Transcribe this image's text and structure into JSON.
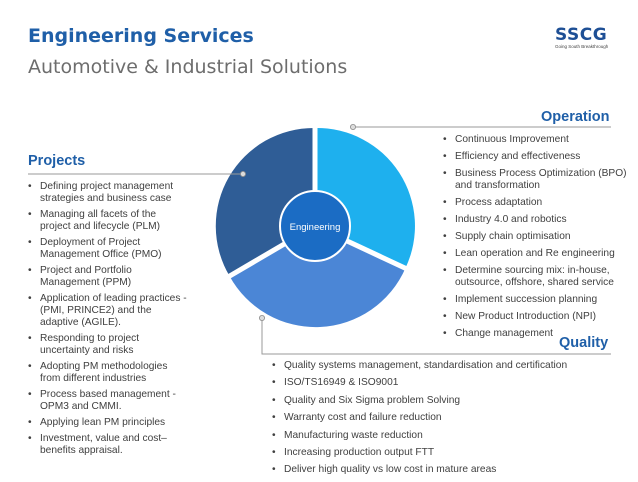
{
  "header": {
    "title": "Engineering Services",
    "subtitle": "Automotive & Industrial Solutions"
  },
  "logo": {
    "text": "SSCG",
    "tagline": "Going South Breakthrough"
  },
  "diagram": {
    "center_label": "Engineering",
    "colors": {
      "operation": "#1eb0ee",
      "quality": "#4b86d6",
      "projects": "#2f5d96",
      "center": "#1b6cc4",
      "heading": "#1f5fa8"
    }
  },
  "projects": {
    "heading": "Projects",
    "items": [
      "Defining project management strategies and business case",
      "Managing all facets of the project and lifecycle (PLM)",
      "Deployment of Project Management Office (PMO)",
      "Project and Portfolio Management (PPM)",
      "Application of leading practices - (PMI, PRINCE2) and the adaptive (AGILE).",
      "Responding to project uncertainty and risks",
      "Adopting PM methodologies from different industries",
      "Process based management - OPM3 and  CMMI.",
      "Applying lean PM principles",
      "Investment, value and cost– benefits appraisal."
    ]
  },
  "operation": {
    "heading": "Operation",
    "items": [
      "Continuous Improvement",
      "Efficiency and effectiveness",
      "Business Process Optimization (BPO) and transformation",
      "Process adaptation",
      "Industry 4.0 and robotics",
      "Supply chain optimisation",
      "Lean operation and Re engineering",
      "Determine sourcing mix: in-house, outsource, offshore, shared service",
      "Implement succession planning",
      "New Product Introduction (NPI)",
      "Change management"
    ]
  },
  "quality": {
    "heading": "Quality",
    "items": [
      "Quality systems management, standardisation and certification",
      "ISO/TS16949 & ISO9001",
      "Quality and  Six Sigma problem Solving",
      "Warranty cost and failure reduction",
      "Manufacturing waste reduction",
      "Increasing production output FTT",
      "Deliver high quality vs low cost in mature areas"
    ]
  }
}
